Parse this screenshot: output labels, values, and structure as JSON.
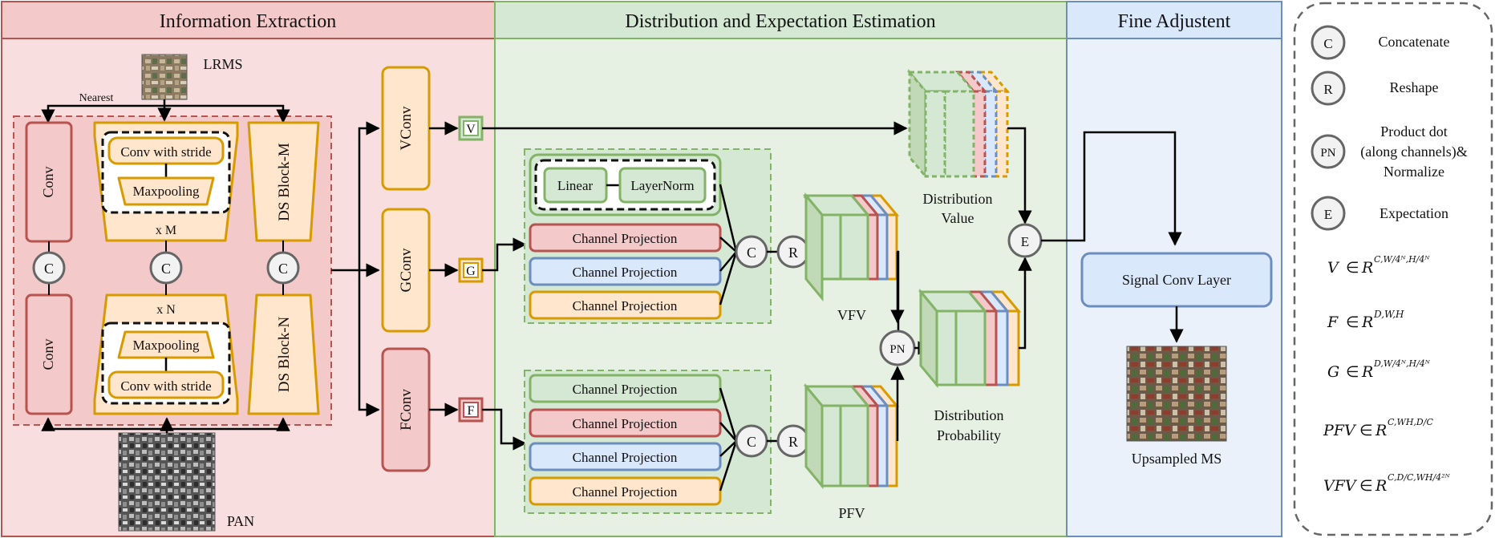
{
  "sections": {
    "info": "Information Extraction",
    "dist": "Distribution and Expectation Estimation",
    "fine": "Fine Adjustent"
  },
  "inputs": {
    "lrms": "LRMS",
    "pan": "PAN",
    "nearest": "Nearest"
  },
  "extraction": {
    "conv_top": "Conv",
    "conv_bottom": "Conv",
    "conv_with_stride": "Conv with stride",
    "maxpooling": "Maxpooling",
    "xm": "x M",
    "xn": "x N",
    "ds_block_m": "DS Block-M",
    "ds_block_n": "DS Block-N",
    "vconv": "VConv",
    "gconv": "GConv",
    "fconv": "FConv",
    "v": "V",
    "g": "G",
    "f": "F"
  },
  "estimation": {
    "linear": "Linear",
    "layernorm": "LayerNorm",
    "channel_projection": "Channel Projection",
    "c": "C",
    "r": "R",
    "pn": "PN",
    "e": "E",
    "vfv": "VFV",
    "pfv": "PFV",
    "distribution_value": [
      "Distribution",
      "Value"
    ],
    "distribution_probability": [
      "Distribution",
      "Probability"
    ]
  },
  "fine": {
    "signal_conv": "Signal Conv Layer",
    "upsampled": "Upsampled MS"
  },
  "legend": {
    "c_label": "Concatenate",
    "r_label": "Reshape",
    "pn_label": [
      "Product dot",
      "(along channels)&",
      "Normalize"
    ],
    "e_label": "Expectation",
    "formulas": [
      {
        "lhs": "V",
        "exp": "C,W/4ᴺ,H/4ᴺ"
      },
      {
        "lhs": "F",
        "exp": "D,W,H"
      },
      {
        "lhs": "G",
        "exp": "D,W/4ᴺ,H/4ᴺ"
      },
      {
        "lhs": "PFV",
        "exp": "C,WH,D/C"
      },
      {
        "lhs": "VFV",
        "exp": "C,D/C,WH/4²ᴺ"
      }
    ]
  },
  "colors": {
    "red_fill": "#f3c9c9",
    "red_stroke": "#b85450",
    "green_fill": "#d5e8d4",
    "green_stroke": "#82b366",
    "blue_fill": "#dae8fc",
    "blue_stroke": "#6c8ebf",
    "orange_fill": "#ffe6cc",
    "orange_stroke": "#d79b00"
  }
}
